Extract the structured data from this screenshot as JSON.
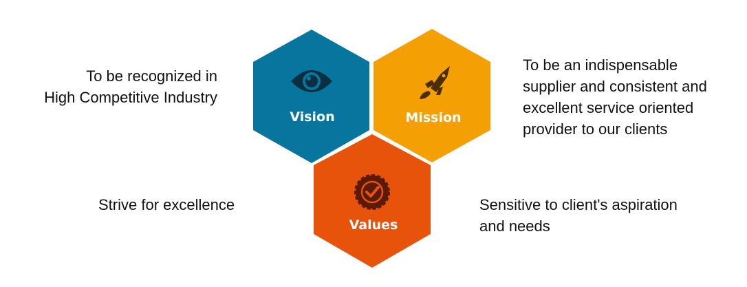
{
  "hexagons": {
    "vision": {
      "label": "Vision",
      "icon": "eye-icon",
      "color": "#06769e",
      "icon_color": "#0b2f40"
    },
    "mission": {
      "label": "Mission",
      "icon": "rocket-icon",
      "color": "#f4a005",
      "icon_color": "#4a2e00"
    },
    "values": {
      "label": "Values",
      "icon": "check-badge-icon",
      "color": "#e8530c",
      "icon_color": "#5a1a05"
    }
  },
  "descriptions": {
    "vision": [
      "To be recognized in",
      "High Competitive Industry"
    ],
    "mission": [
      "To be an indispensable",
      "supplier and consistent and",
      "excellent service oriented",
      "provider to our clients"
    ],
    "values_left": [
      "Strive for excellence"
    ],
    "values_right": [
      "Sensitive to client's aspiration",
      "and needs"
    ]
  }
}
